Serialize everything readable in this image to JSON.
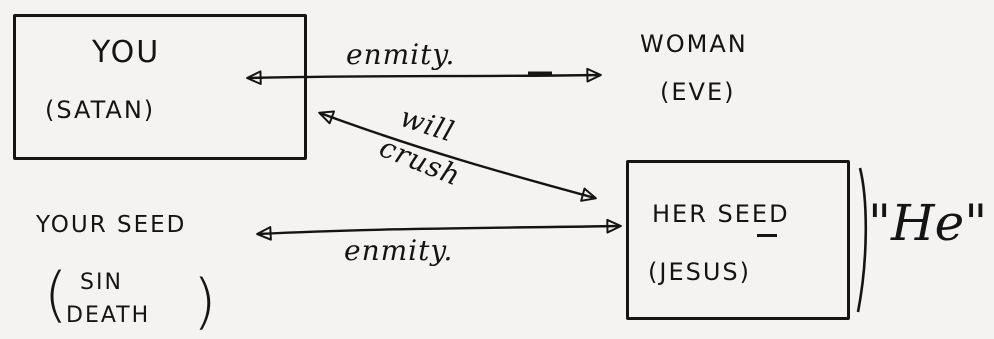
{
  "nodes": {
    "you": {
      "title": "YOU",
      "subtitle": "(SATAN)"
    },
    "woman": {
      "title": "WOMAN",
      "subtitle": "(EVE)"
    },
    "your_seed": {
      "title": "YOUR SEED",
      "sub_line1": "SIN",
      "sub_line2": "DEATH"
    },
    "her_seed": {
      "title": "HER SEED",
      "subtitle": "(JESUS)"
    }
  },
  "annotations": {
    "enmity_top": "enmity.",
    "enmity_bottom": "enmity.",
    "will": "will",
    "crush": "crush",
    "he": "\"He\""
  },
  "colors": {
    "ink": "#141414",
    "paper": "#f4f3f1"
  }
}
